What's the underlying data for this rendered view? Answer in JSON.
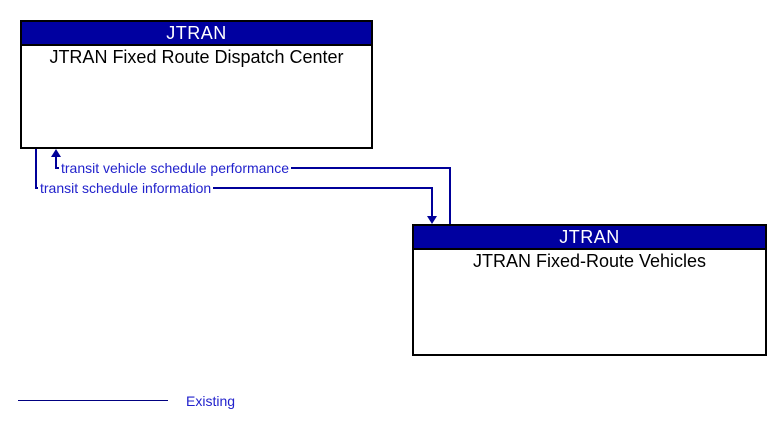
{
  "diagram_type": "interconnect-context-diagram",
  "boxes": {
    "dispatch": {
      "header": "JTRAN",
      "title": "JTRAN Fixed Route Dispatch Center"
    },
    "vehicles": {
      "header": "JTRAN",
      "title": "JTRAN Fixed-Route Vehicles"
    }
  },
  "flows": {
    "performance": {
      "label": "transit vehicle schedule performance",
      "direction": "vehicles-to-dispatch"
    },
    "schedule_info": {
      "label": "transit schedule information",
      "direction": "dispatch-to-vehicles"
    }
  },
  "legend": {
    "existing_label": "Existing"
  },
  "colors": {
    "header_fill": "#0000A0",
    "header_text": "#FFFFFF",
    "connector_line": "#000099",
    "flow_label_text": "#2222CC",
    "box_border": "#000000",
    "legend_line": "#000080"
  }
}
